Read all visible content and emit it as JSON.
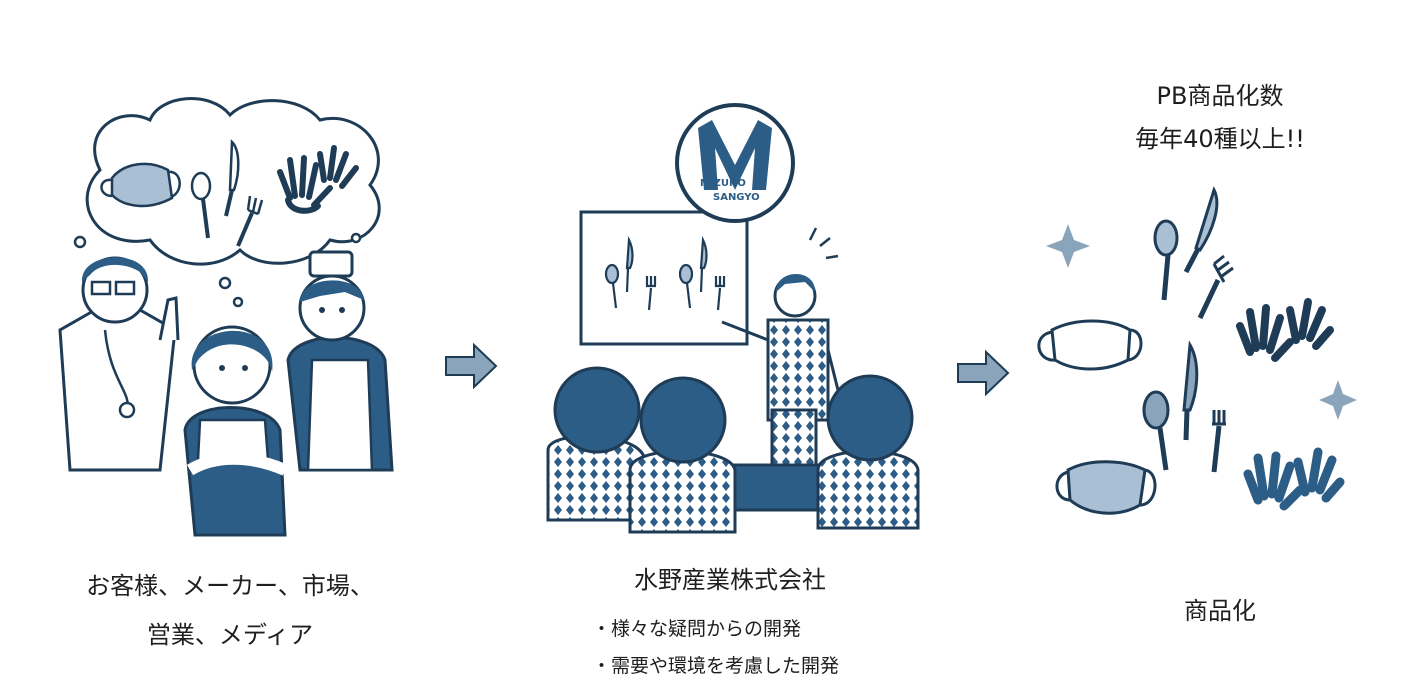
{
  "steps": [
    {
      "caption_line1": "お客様、メーカー、市場、",
      "caption_line2": "営業、メディア"
    },
    {
      "title": "水野産業株式会社",
      "bullets": [
        "・様々な疑問からの開発",
        "・需要や環境を考慮した開発"
      ],
      "logo_line1": "MIZUNO",
      "logo_line2": "SANGYO"
    },
    {
      "heading_line1": "PB商品化数",
      "heading_line2": "毎年40種以上!!",
      "caption": "商品化"
    }
  ],
  "colors": {
    "navy": "#2c5d86",
    "light_blue": "#a9bfd3",
    "arrow": "#8aa4bb",
    "outline": "#1f3c57"
  },
  "icons": [
    "speech-cloud-icon",
    "mask-icon",
    "spoon-icon",
    "knife-icon",
    "fork-icon",
    "glove-icon",
    "arrow-right-icon",
    "sparkle-icon",
    "logo-m-icon"
  ]
}
